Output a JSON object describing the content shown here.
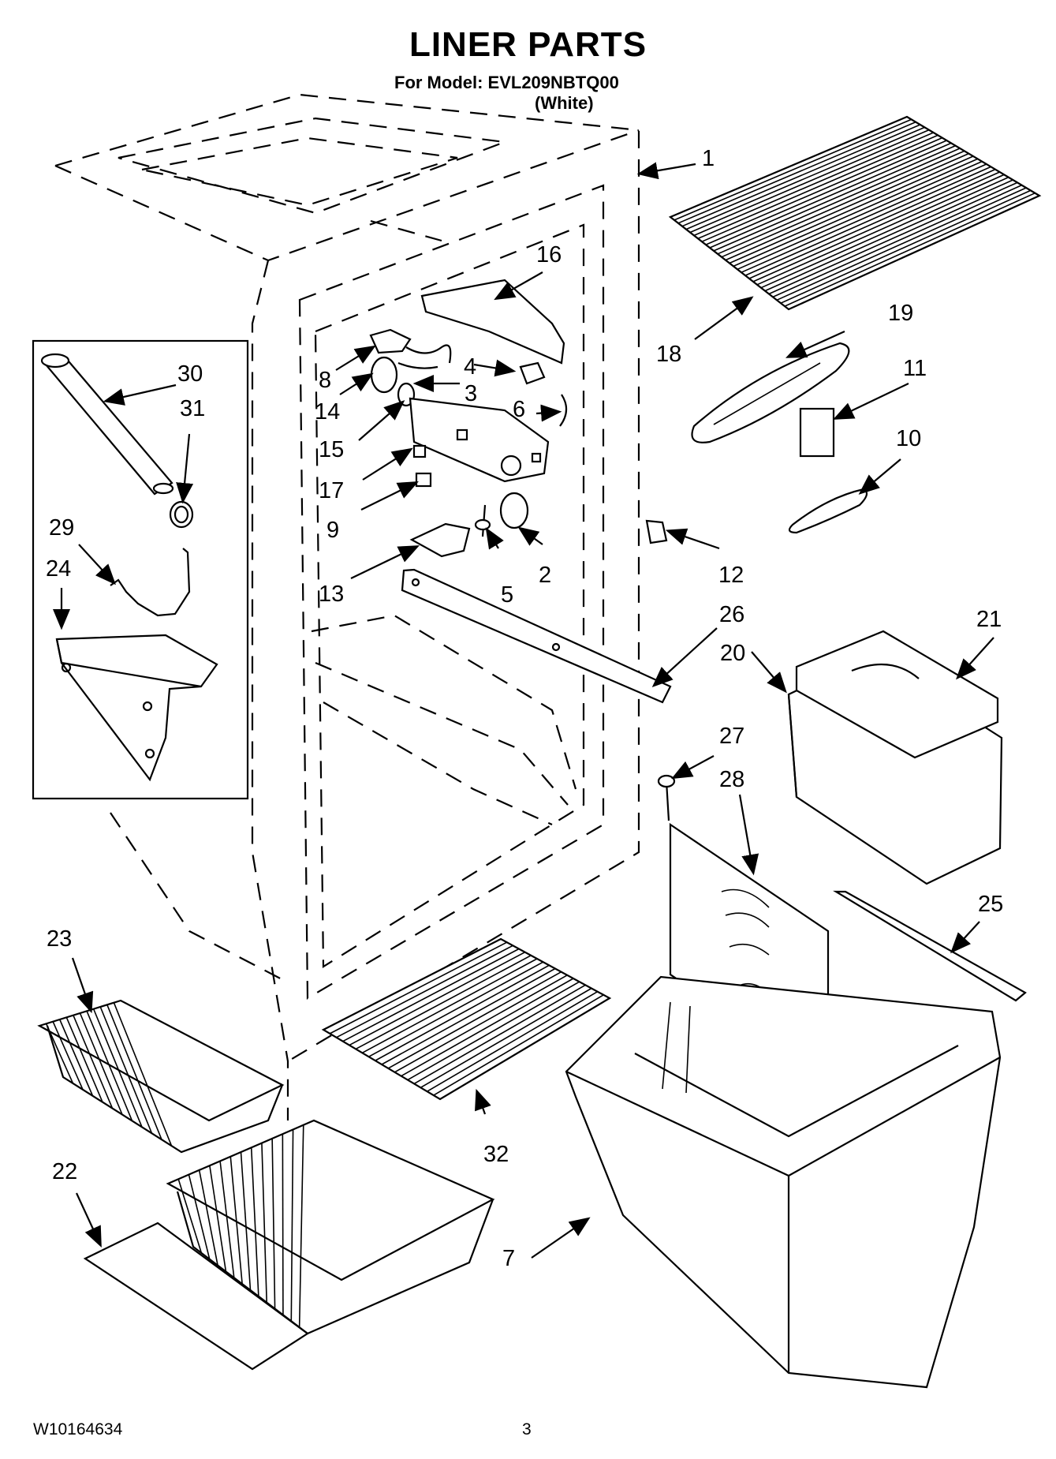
{
  "header": {
    "title": "LINER PARTS",
    "model_line": "For Model: EVL209NBTQ00",
    "variant": "(White)"
  },
  "footer": {
    "doc_number": "W10164634",
    "page_number": "3"
  },
  "callouts": [
    "1",
    "2",
    "3",
    "4",
    "5",
    "6",
    "7",
    "8",
    "9",
    "10",
    "11",
    "12",
    "13",
    "14",
    "15",
    "16",
    "17",
    "18",
    "19",
    "20",
    "21",
    "22",
    "23",
    "24",
    "25",
    "26",
    "27",
    "28",
    "29",
    "30",
    "31",
    "32"
  ]
}
